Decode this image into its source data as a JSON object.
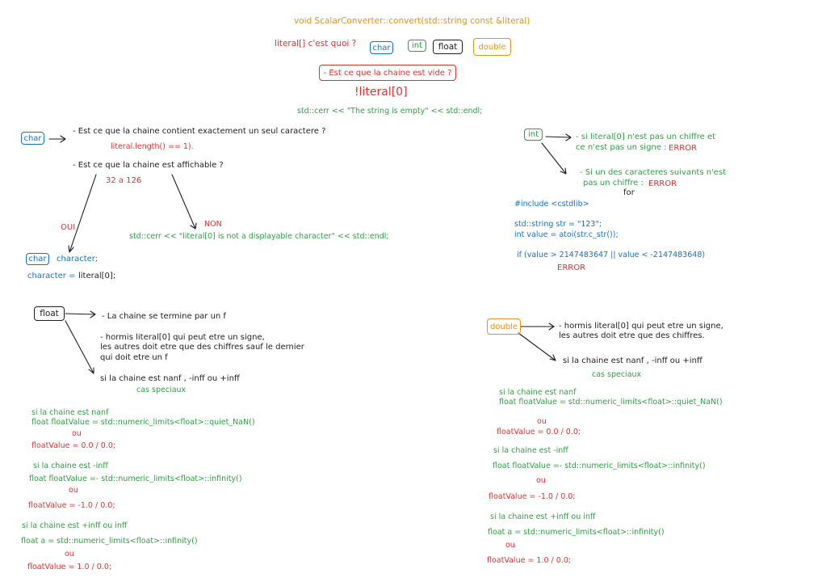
{
  "header": {
    "title": "void ScalarConverter::convert(std::string const &literal)",
    "literal_question": "literal[]  c'est quoi ?",
    "types": [
      "char",
      "int",
      "float",
      "double"
    ],
    "empty_question": "- Est ce que la chaine est vide ?",
    "not_literal": "!literal[0]",
    "empty_error": "std::cerr << \"The string is empty\" << std::endl;"
  },
  "char_section": {
    "label": "char",
    "q1": "- Est ce que la chaine contient exactement un seul caractere ?",
    "q1_code": "literal.length() == 1).",
    "q2": "- Est ce que la chaine est affichable ?",
    "range": "32 a 126",
    "oui": "OUI",
    "non": "NON",
    "error": "std::cerr << \"literal[0] is not a displayable character\" << std::endl;",
    "decl_type": "char",
    "decl_var": "character;",
    "assign_left": "character =",
    "assign_right": "literal[0];"
  },
  "int_section": {
    "label": "int",
    "c1_line1": "- si literal[0] n'est pas un chiffre et",
    "c1_line2": "ce n'est pas un signe :",
    "error_label": "ERROR",
    "c2_line1": "- Si un des caracteres suivants n'est",
    "c2_line2": "pas un chiffre :",
    "for_word": "for",
    "include": "#include <cstdlib>",
    "code1": "std::string str = \"123\";",
    "code2": "int value = atoi(str.c_str());",
    "code3": "if (value > 2147483647 || value < -2147483648)"
  },
  "float_section": {
    "label": "float",
    "c1": "- La chaine se termine par un f",
    "c2_line1": "- hormis literal[0] qui peut etre un signe,",
    "c2_line2": "les autres doit etre que des chiffres sauf le dernier",
    "c2_line3": "qui doit etre un f",
    "special": "si la chaine est nanf , -inff ou +inff",
    "cas": "cas speciaux",
    "nanf_title": "si la chaine est nanf",
    "nanf_code": "float floatValue = std::numeric_limits<float>::quiet_NaN()",
    "ou": "ou",
    "nanf_alt": "floatValue = 0.0 / 0.0;",
    "minf_title": "si la chaine est -inff",
    "minf_code": "float floatValue =- std::numeric_limits<float>::infinity()",
    "minf_alt": "floatValue = -1.0 / 0.0;",
    "pinf_title": "si la chaine est +inff ou inff",
    "pinf_code": "float a = std::numeric_limits<float>::infinity()",
    "pinf_alt": "floatValue = 1.0 / 0.0;"
  },
  "double_section": {
    "label": "double",
    "c1_line1": "- hormis literal[0] qui peut etre un signe,",
    "c1_line2": "les autres doit etre que des chiffres.",
    "special": "si la chaine est nanf , -inff ou +inff",
    "cas": "cas speciaux",
    "nanf_title": "si la chaine est nanf",
    "nanf_code": "float floatValue = std::numeric_limits<float>::quiet_NaN()",
    "ou": "ou",
    "nanf_alt": "floatValue = 0.0 / 0.0;",
    "minf_title": "si la chaine est -inff",
    "minf_code": "float floatValue =- std::numeric_limits<float>::infinity()",
    "minf_alt": "floatValue = -1.0 / 0.0;",
    "pinf_title": "si la chaine est +inff ou inff",
    "pinf_code": "float a = std::numeric_limits<float>::infinity()",
    "pinf_alt": "floatValue = 1.0 / 0.0;"
  }
}
